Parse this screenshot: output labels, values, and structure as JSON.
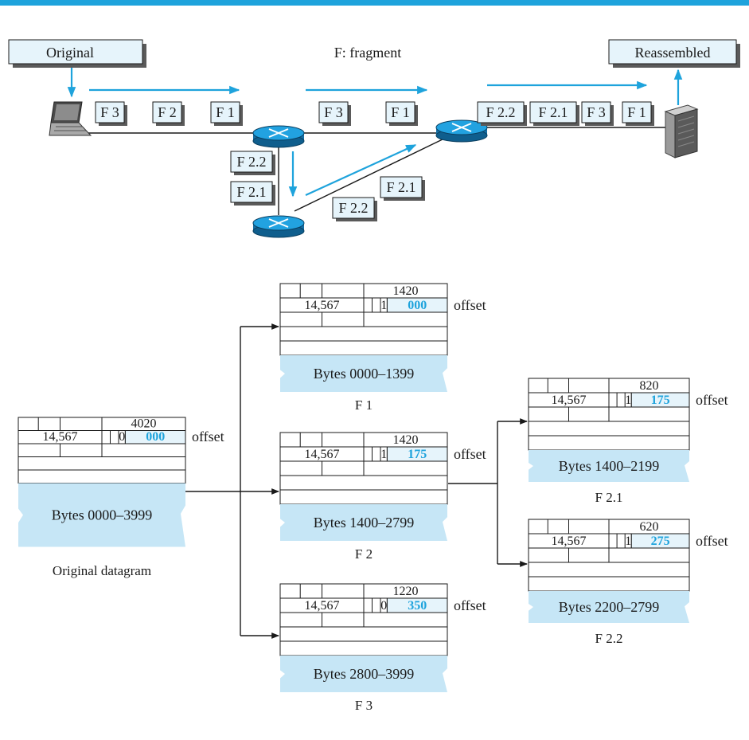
{
  "top": {
    "legend": "F: fragment",
    "source_label": "Original",
    "dest_label": "Reassembled",
    "link1_fragments": [
      "F 3",
      "F 2",
      "F 1"
    ],
    "link2_fragments": [
      "F 3",
      "F 1"
    ],
    "link3_fragments": [
      "F 2.2",
      "F 2.1",
      "F 3",
      "F 1"
    ],
    "down_fragments": [
      "F 2.2",
      "F 2.1"
    ],
    "up_fragments": [
      "F 2.1",
      "F 2.2"
    ]
  },
  "datagrams": {
    "original": {
      "ident": "14,567",
      "length": "4020",
      "flag": "0",
      "offset": "000",
      "payload": "Bytes 0000–3999",
      "caption": "Original datagram"
    },
    "f1": {
      "ident": "14,567",
      "length": "1420",
      "flag": "1",
      "offset": "000",
      "payload": "Bytes 0000–1399",
      "caption": "F 1"
    },
    "f2": {
      "ident": "14,567",
      "length": "1420",
      "flag": "1",
      "offset": "175",
      "payload": "Bytes 1400–2799",
      "caption": "F 2"
    },
    "f3": {
      "ident": "14,567",
      "length": "1220",
      "flag": "0",
      "offset": "350",
      "payload": "Bytes 2800–3999",
      "caption": "F 3"
    },
    "f21": {
      "ident": "14,567",
      "length": "820",
      "flag": "1",
      "offset": "175",
      "payload": "Bytes 1400–2199",
      "caption": "F 2.1"
    },
    "f22": {
      "ident": "14,567",
      "length": "620",
      "flag": "1",
      "offset": "275",
      "payload": "Bytes 2200–2799",
      "caption": "F 2.2"
    }
  },
  "offset_word": "offset",
  "colors": {
    "accent": "#1ea3dc",
    "payload": "#c6e6f6",
    "label_box": "#e6f4fb",
    "router": "#1b8fd0"
  }
}
